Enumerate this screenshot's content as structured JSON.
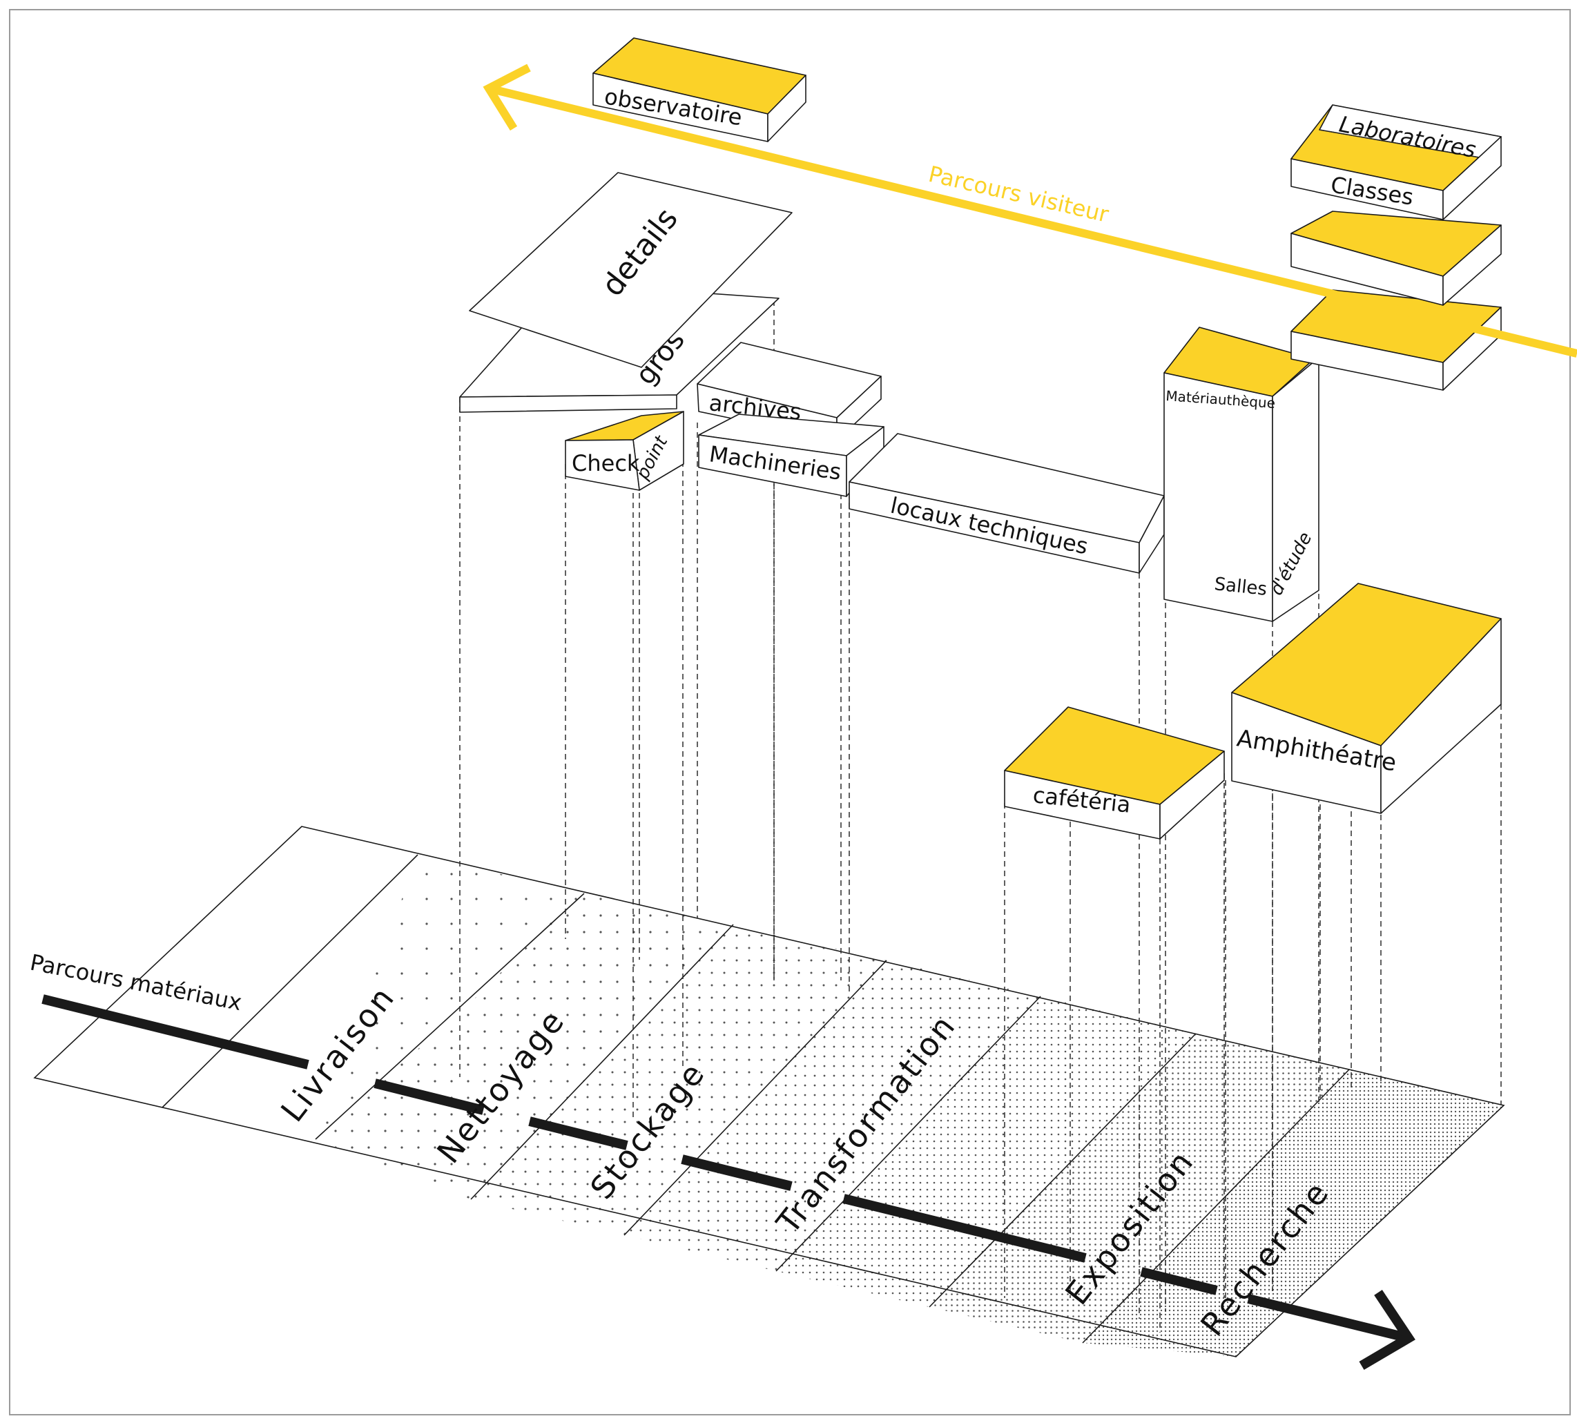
{
  "colors": {
    "accent": "#fbd228",
    "ink": "#1a1a1a",
    "dots": "#555555"
  },
  "routes": {
    "visitor": "Parcours visiteur",
    "materials": "Parcours matériaux"
  },
  "zones": [
    "Livraison",
    "Nettoyage",
    "Stockage",
    "Transformation",
    "Exposition",
    "Recherche"
  ],
  "blocks": {
    "observatoire": "observatoire",
    "laboratoires": "Laboratoires",
    "classes": "Classes",
    "details": "details",
    "gros": "gros",
    "archives": "archives",
    "check": "Check",
    "point": "point",
    "machineries": "Machineries",
    "locaux": "locaux techniques",
    "materiautheque": "Matériauthèque",
    "salles": "Salles",
    "etude": "d'étude",
    "cafeteria": "cafétéria",
    "amphitheatre": "Amphithéatre"
  }
}
